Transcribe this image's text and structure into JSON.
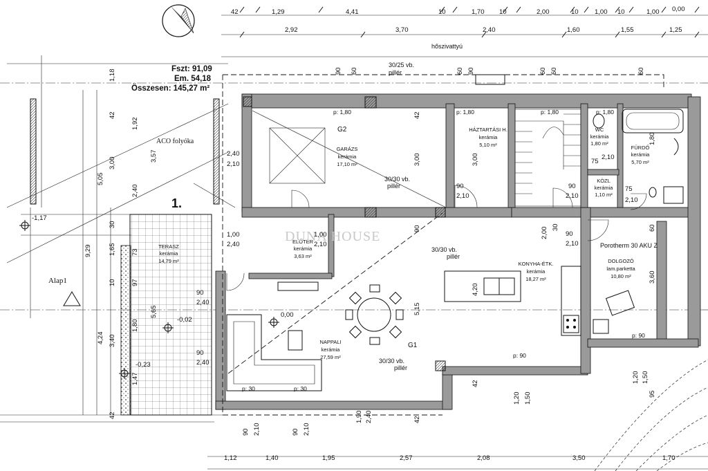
{
  "areas": {
    "ground_floor": "Fszt: 91,09",
    "upper_floor": "Em. 54,18",
    "total": "Összesen: 145,27 m²"
  },
  "watermark": "DUNA HOUSE",
  "rooms": [
    {
      "name": "GARÁZS",
      "material": "kerámia",
      "area": "17,10 m²"
    },
    {
      "name": "HÁZTARTÁSI H.",
      "material": "kerámia",
      "area": "5,10 m²"
    },
    {
      "name": "WC",
      "material": "kerámia",
      "area": "1,80 m²"
    },
    {
      "name": "FÜRDŐ",
      "material": "kerámia",
      "area": "5,70 m²"
    },
    {
      "name": "KÖZL",
      "material": "kerámia",
      "area": "1,10 m²"
    },
    {
      "name": "TERASZ",
      "material": "kerámia",
      "area": "14,79 m²"
    },
    {
      "name": "ELŐTÉR",
      "material": "kerámia",
      "area": "3,63 m²"
    },
    {
      "name": "KONYHA-ÉTK.",
      "material": "kerámia",
      "area": "18,27 m²"
    },
    {
      "name": "DOLGOZÓ",
      "material": "lam.parketta",
      "area": "10,80 m²"
    },
    {
      "name": "NAPPALI",
      "material": "kerámia",
      "area": "27,59 m²"
    }
  ],
  "labels": {
    "heat_pump": "hőszivattyú",
    "aco": "ACO folyóka",
    "pillar_25": "30/25 vb.",
    "pillar": "pillér",
    "pillar_30a": "30/30 vb.",
    "pillar_30b": "30/30 vb.",
    "pillar_30c": "30/30 vb.",
    "wall_type": "Porotherm 30 AKU Z",
    "alap": "Alap1",
    "terrace_num": "1.",
    "g1": "G1",
    "g2": "G2"
  },
  "levels": {
    "l1": "-1,17",
    "l2": "-0,02",
    "l3": "0,00",
    "l4": "-0,23"
  },
  "top_dims_row1": [
    "42",
    "1,29",
    "4,41",
    "10",
    "1,70",
    "10",
    "2,00",
    "10",
    "1,00",
    "10",
    "1,00",
    "0,00"
  ],
  "top_dims_row2": [
    "2,92",
    "3,70",
    "2,40",
    "1,60",
    "1,55",
    "1,25"
  ],
  "bottom_dims": [
    "1,12",
    "1,40",
    "1,95",
    "2,57",
    "2,08",
    "3,50",
    "1,70"
  ],
  "left_dims": [
    "1,18",
    "42",
    "1,92",
    "3,00",
    "3,57",
    "5,05",
    "2,40",
    "30",
    "1,65",
    "73",
    "10",
    "97",
    "5,65",
    "9,29",
    "1,80",
    "3,40",
    "4,24",
    "1,47",
    "42"
  ],
  "door_dims": [
    "2,40",
    "2,10",
    "1,00",
    "2,40",
    "1,00",
    "2,10",
    "90",
    "2,40",
    "90",
    "2,40",
    "90",
    "2,10",
    "90",
    "2,10",
    "75",
    "2,10",
    "75",
    "2,10",
    "90",
    "2,10",
    "2,00",
    "30"
  ],
  "sill_labels": [
    "p: 1,80",
    "p: 1,80",
    "p: 1,80",
    "p: 1,80",
    "p: 90",
    "p: 90",
    "p: 30",
    "p: 30"
  ],
  "misc_dims": [
    "3,00",
    "3,00",
    "90",
    "60",
    "60",
    "90",
    "60",
    "60",
    "60",
    "42",
    "90",
    "60",
    "4,20",
    "5,15",
    "3,60",
    "1,80",
    "2,40",
    "1,90",
    "42",
    "42",
    "1,20",
    "1,50",
    "1,20",
    "1,50",
    "95",
    "90",
    "2,10",
    "90",
    "2,10"
  ]
}
